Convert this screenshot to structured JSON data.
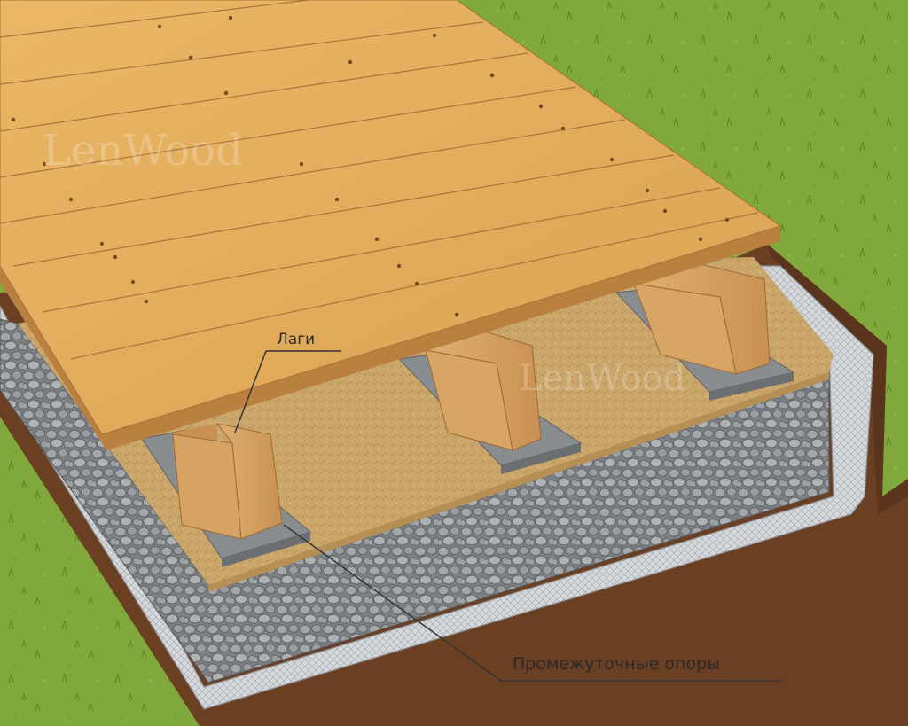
{
  "watermark": "LenWood",
  "labels": {
    "joists": "Лаги",
    "supports": "Промежуточные опоры"
  },
  "colors": {
    "grass": "#7fa83a",
    "soil": "#6b3f22",
    "geotextile": "#cfd3d6",
    "gravel": "#8e9296",
    "sand": "#c9a56a",
    "support": "#8a8d90",
    "joist": "#d9a45f",
    "deck": "#e3ab5c",
    "leader": "#333333"
  }
}
